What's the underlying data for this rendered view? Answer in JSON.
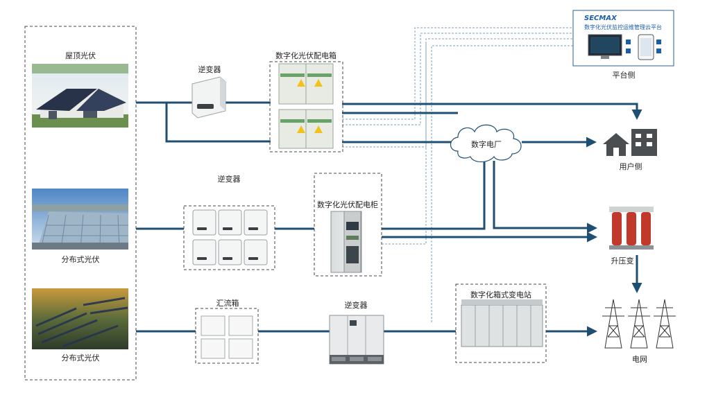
{
  "sources": {
    "rooftop_pv": "屋顶光伏",
    "distributed_pv_1": "分布式光伏",
    "distributed_pv_2": "分布式光伏"
  },
  "equipment": {
    "inverter_top": "逆变器",
    "inverter_mid": "逆变器",
    "inverter_bottom": "逆变器",
    "pv_distribution_box": "数字化光伏配电箱",
    "pv_distribution_cabinet": "数字化光伏配电柜",
    "combiner_box": "汇流箱",
    "box_substation": "数字化箱式变电站",
    "digital_plant": "数字电厂"
  },
  "platform": {
    "brand": "SECMAX",
    "title": "数字化光伏监控运维管理云平台",
    "caption": "平台侧"
  },
  "destinations": {
    "user_side": "用户侧",
    "step_up_transformer": "升压变",
    "grid": "电网"
  },
  "colors": {
    "main_line": "#1f4e73",
    "dashed_line": "#7aa0c0",
    "accent_brand": "#1a5ea8",
    "transformer": "#c0392b"
  }
}
